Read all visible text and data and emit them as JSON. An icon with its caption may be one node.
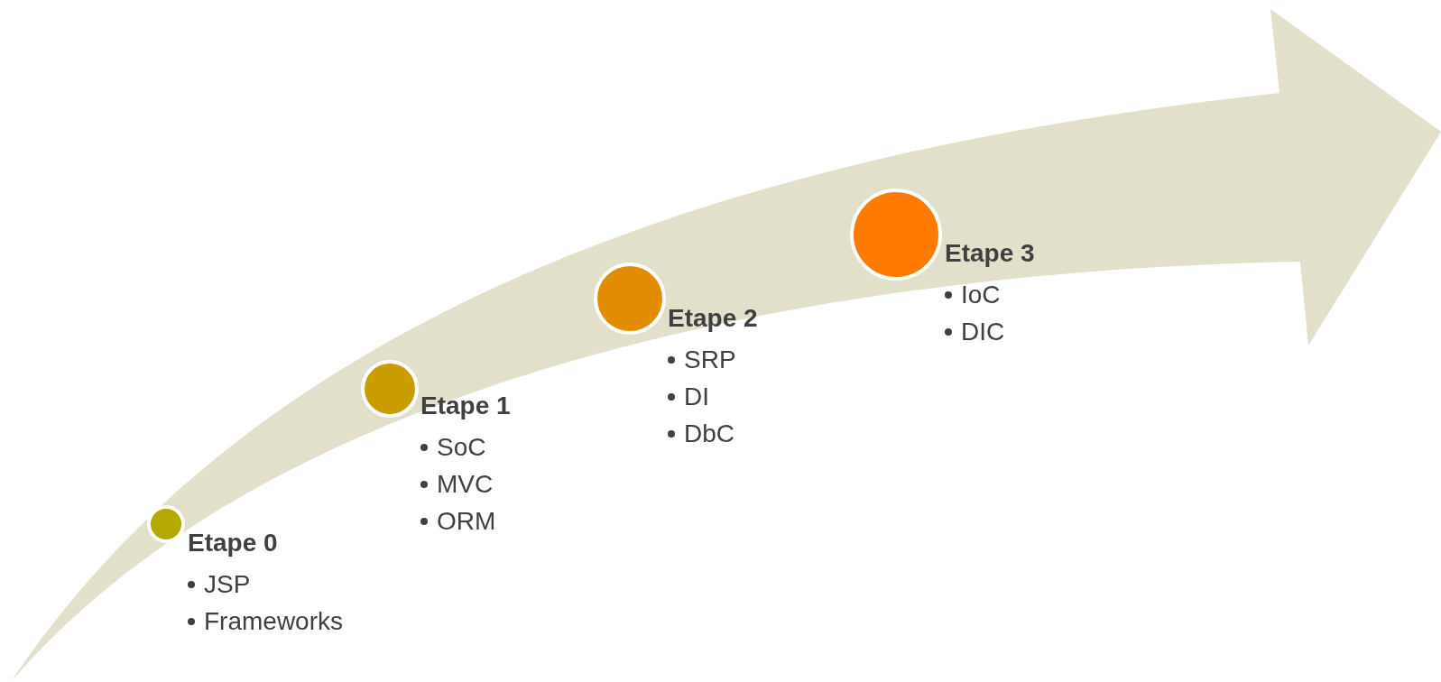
{
  "diagram": {
    "nodes": [
      {
        "text": [
          "Etape 0",
          "JSP",
          "Frameworks"
        ]
      },
      {
        "text": [
          "Etape 1",
          "SoC",
          "MVC",
          "ORM"
        ]
      },
      {
        "text": [
          "Etape 2",
          "SRP",
          "DI",
          "DbC"
        ]
      },
      {
        "text": [
          "Etape 3",
          "IoC",
          "DIC"
        ]
      }
    ]
  }
}
